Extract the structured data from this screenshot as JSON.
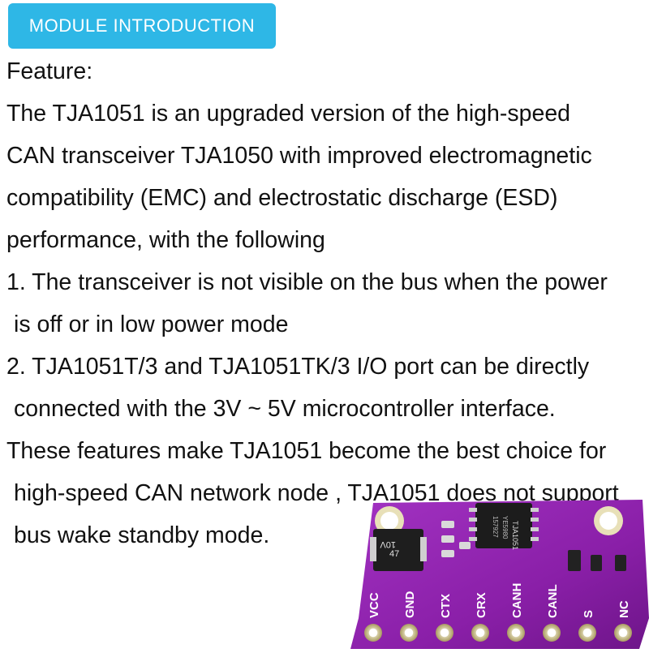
{
  "header": {
    "badge_label": "MODULE INTRODUCTION",
    "badge_color": "#2eb7e6"
  },
  "body": {
    "lines": [
      "Feature:",
      "The TJA1051 is an upgraded version of the high-speed",
      "CAN transceiver TJA1050 with improved electromagnetic",
      "compatibility (EMC) and electrostatic discharge (ESD)",
      "performance, with the following",
      "1. The transceiver is not visible on the bus when the power",
      "is off or in low power mode",
      "2. TJA1051T/3 and TJA1051TK/3 I/O port can be directly",
      "connected with the 3V ~ 5V microcontroller interface.",
      "These features make TJA1051 become the best choice for",
      "high-speed CAN network node , TJA1051 does not support",
      "bus wake standby mode."
    ]
  },
  "board": {
    "color": "#8a1fa8",
    "pins": [
      "VCC",
      "GND",
      "CTX",
      "CRX",
      "CANH",
      "CANL",
      "S",
      "NC"
    ],
    "chip_label": "TJA1051",
    "chip_code": "YE5980",
    "chip_code2": "157927",
    "regulator_label": "10V",
    "regulator_label2": "47"
  }
}
